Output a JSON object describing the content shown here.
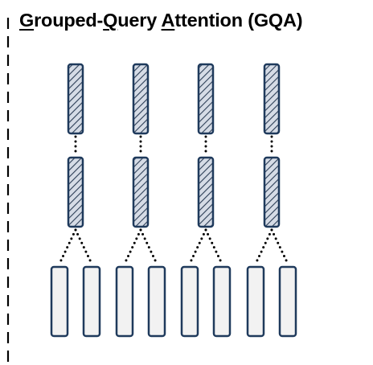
{
  "title": {
    "segments": [
      {
        "text": "G",
        "underline": true
      },
      {
        "text": "rouped-",
        "underline": false
      },
      {
        "text": "Q",
        "underline": true
      },
      {
        "text": "uery ",
        "underline": false
      },
      {
        "text": "A",
        "underline": true
      },
      {
        "text": "ttention (GQA)",
        "underline": false
      }
    ]
  },
  "diagram": {
    "groups": 4,
    "heads_per_group": 2,
    "layers": [
      {
        "name": "shared-top",
        "fill": "hatched"
      },
      {
        "name": "shared-middle",
        "fill": "hatched"
      },
      {
        "name": "query-heads",
        "fill": "plain"
      }
    ],
    "colors": {
      "border": "#1f3a5c",
      "hatch_background": "#d6dce6",
      "hatch_line": "#2c3e56",
      "plain_fill": "#f2f2f2",
      "connector": "#000000",
      "divider": "#000000"
    }
  }
}
